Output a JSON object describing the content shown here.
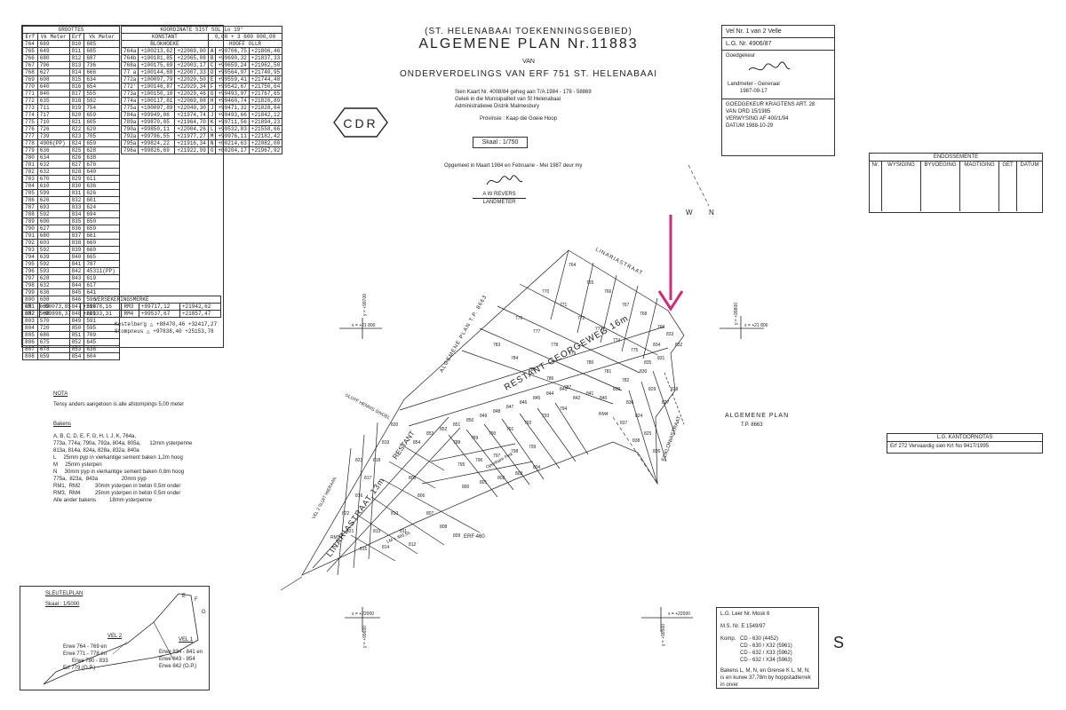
{
  "sizes_table": {
    "title": "GROOTTES",
    "headers": [
      "Erf",
      "Vk Meter",
      "Erf",
      "Vk Meter"
    ],
    "rows": [
      [
        "764",
        "669",
        "810",
        "685"
      ],
      [
        "765",
        "649",
        "811",
        "685"
      ],
      [
        "766",
        "680",
        "812",
        "687"
      ],
      [
        "767",
        "796",
        "813",
        "736"
      ],
      [
        "768",
        "627",
        "814",
        "666"
      ],
      [
        "769",
        "608",
        "815",
        "634"
      ],
      [
        "770",
        "640",
        "816",
        "654"
      ],
      [
        "771",
        "840",
        "817",
        "555"
      ],
      [
        "772",
        "635",
        "818",
        "592"
      ],
      [
        "773",
        "711",
        "819",
        "754"
      ],
      [
        "774",
        "717",
        "820",
        "659"
      ],
      [
        "775",
        "710",
        "821",
        "605"
      ],
      [
        "776",
        "726",
        "822",
        "620"
      ],
      [
        "777",
        "739",
        "823",
        "705"
      ],
      [
        "778",
        "4906(PP)",
        "824",
        "659"
      ],
      [
        "779",
        "636",
        "825",
        "628"
      ],
      [
        "780",
        "634",
        "826",
        "638"
      ],
      [
        "781",
        "632",
        "827",
        "670"
      ],
      [
        "782",
        "632",
        "828",
        "640"
      ],
      [
        "783",
        "670",
        "829",
        "611"
      ],
      [
        "784",
        "610",
        "830",
        "636"
      ],
      [
        "785",
        "599",
        "831",
        "626"
      ],
      [
        "786",
        "626",
        "832",
        "601"
      ],
      [
        "787",
        "693",
        "833",
        "624"
      ],
      [
        "788",
        "592",
        "834",
        "694"
      ],
      [
        "789",
        "600",
        "835",
        "650"
      ],
      [
        "790",
        "627",
        "836",
        "659"
      ],
      [
        "791",
        "680",
        "837",
        "661"
      ],
      [
        "792",
        "603",
        "838",
        "660"
      ],
      [
        "793",
        "592",
        "839",
        "660"
      ],
      [
        "794",
        "639",
        "840",
        "665"
      ],
      [
        "795",
        "592",
        "841",
        "787"
      ],
      [
        "796",
        "593",
        "842",
        "45311(PP)"
      ],
      [
        "797",
        "628",
        "843",
        "619"
      ],
      [
        "798",
        "632",
        "844",
        "617"
      ],
      [
        "799",
        "636",
        "845",
        "641"
      ],
      [
        "800",
        "608",
        "846",
        "596"
      ],
      [
        "801",
        "639",
        "847",
        "598"
      ],
      [
        "802",
        "568",
        "848",
        "601"
      ],
      [
        "803",
        "570",
        "849",
        "591"
      ],
      [
        "804",
        "720",
        "850",
        "595"
      ],
      [
        "805",
        "686",
        "851",
        "709"
      ],
      [
        "806",
        "675",
        "852",
        "645"
      ],
      [
        "807",
        "678",
        "853",
        "636"
      ],
      [
        "808",
        "659",
        "854",
        "604"
      ]
    ],
    "coord_title": "KOORDINATE SIST SOL Lo 19°",
    "konstant_label": "KONSTANT",
    "konstant_value": "0,00 + 3 600 000,00",
    "blokke_label": "BLOKHOEKE",
    "hoof_label": "HOOFF OLLR",
    "coords": [
      [
        "764a",
        "+100213,62",
        "+22069,00",
        "A",
        "+99706,75",
        "+21806,46"
      ],
      [
        "764b",
        "+100181,85",
        "+22065,08",
        "B",
        "+99690,32",
        "+21837,33"
      ],
      [
        "768a",
        "+100175,69",
        "+22003,17",
        "C",
        "+99659,24",
        "+21962,50"
      ],
      [
        "77 a",
        "+100144,69",
        "+22007,33",
        "D",
        "+99564,97",
        "+21740,95"
      ],
      [
        "772a",
        "+100097,79",
        "+22020,50",
        "E",
        "+99559,41",
        "+21744,48"
      ],
      [
        "772'",
        "+100146,87",
        "+22029,34",
        "F",
        "+99542,67",
        "+21750,64"
      ],
      [
        "773a",
        "+100150,10",
        "+22029,46",
        "G",
        "+99493,97",
        "+21767,65"
      ],
      [
        "774a",
        "+100117,81",
        "+22069,08",
        "H",
        "+99460,74",
        "+21820,89"
      ],
      [
        "775a",
        "+100097,89",
        "+22049,30",
        "J",
        "+99471,32",
        "+21828,84"
      ],
      [
        "784a",
        "+99949,06",
        "+21974,74",
        "J",
        "+99493,66",
        "+21842,12"
      ],
      [
        "789a",
        "+99870,05",
        "+21964,70",
        "K",
        "+99711,56",
        "+21894,23"
      ],
      [
        "790a",
        "+99850,11",
        "+22004,26",
        "L",
        "+99532,83",
        "+21558,66"
      ],
      [
        "792a",
        "+99796,55",
        "+21977,27",
        "M",
        "+99976,11",
        "+22182,42"
      ],
      [
        "795a",
        "+99824,22",
        "+21916,34",
        "N",
        "+00214,63",
        "+22082,00"
      ],
      [
        "796a",
        "+99826,69",
        "+21922,99",
        "O",
        "+00204,17",
        "+21967,92"
      ]
    ],
    "survey_label": "VERSEKERINGSMERKE",
    "survey_rows": [
      [
        "RM1",
        "+00073,85",
        "+21978,16",
        "RM3",
        "+99717,12",
        "+21942,62"
      ],
      [
        "RM2",
        "+99898,37",
        "+21933,31",
        "RM4",
        "+99537,67",
        "+21857,47"
      ]
    ],
    "trig1": "Kestelberg",
    "trig1_coords": "+88470,46   +32417,27",
    "trig2": "Stompneus",
    "trig2_coords": "+97838,40   +25153,78"
  },
  "header": {
    "line1": "(ST. HELENABAAI TOEKENNINGSGEBIED)",
    "line2": "ALGEMENE  PLAN  Nr.11883",
    "line3": "VAN",
    "line4": "ONDERVERDELINGS VAN ERF 751 ST. HELENABAAI",
    "details1": "Sien Kaart Nr. 4008/84 geheg aan T/A 1984 - 178 - 58869",
    "details2": "Geleë in die Munisipaliteit van St Helenabaai",
    "details3": "Administratiewe Distrik    Malmesbury",
    "province": "Provinsie :    Kaap die Goeie Hoop",
    "scale": "Skaal : 1/750",
    "survey_dates": "Opgemeet in Maart 1984 en Februarie - Mei 1987 deur my",
    "surveyor": "A W REVERS",
    "surveyor_title": "LANDMETER",
    "stamp": "CDR"
  },
  "vel_box": {
    "line1": "Vel Nr. 1 van 2 Velle",
    "line2": "L.G. Nr. 4906/87",
    "approved": "Goedgekeur",
    "sg": "Landmeter - Generaal",
    "date": "1987-09-17",
    "line_a": "GOEDGEKEUR KRAGTENS ART. 28",
    "line_b": "VAN ORD 15/1985",
    "line_c": "VERWYSING    AF 400/1/94",
    "line_d": "DATUM    1988-10-29"
  },
  "endorsements": {
    "title": "ENDOSSEMENTE",
    "headers": [
      "Nr.",
      "WYSIGING",
      "BYVOEGING",
      "MAGTIGING",
      "GET",
      "DATUM"
    ]
  },
  "office_notes": {
    "title": "L.G. KANTOORNOTAS",
    "text": "Erf 272  Vervaardig sien Krt No 9417/1995"
  },
  "nota": {
    "title": "NOTA",
    "text": "Tensy anders aangetoon is alle afstompings 5,00 meter",
    "bakens_title": "Bakens",
    "lines": [
      "A, B, C, D, E, F, G, H, I, J, K, 764a,",
      "773a, 774a, 790a, 792a, 804a, 805a,      12mm ysterpenne",
      "813a, 814a, 824a, 828a, 832a, 840a",
      "L     25mm pyp in vierkantige sement baken 1,2m hoog",
      "M     25mm ysterpen",
      "N     30mm pyp in vierkantige sement baken 0,8m hoog",
      "775a,  823a,  843a                20mm pyp",
      "RM1,  RM2          30mm ysterpen in beton 0,5m onder",
      "RM3,  RM4          25mm ysterpen in beton 0,5m onder",
      "Alle ander bakens         18mm ysterpenne"
    ]
  },
  "key_plan": {
    "title": "SLEUTELPLAN",
    "scale": "Skaal : 1/5000",
    "vel2": "VEL 2",
    "vel1": "VEL 1",
    "erwe_a": "Erwe 764 - 769 en",
    "erwe_b": "Erwe 771 - 778 en",
    "erwe_c": "Erwe 780 - 833",
    "erwe_d": "Erf 779 (O.P.)",
    "erwe_e": "Erwe 834 - 841 en",
    "erwe_f": "Erwe 843 - 854",
    "erwe_g": "Erwe 842 (O.P.)"
  },
  "lg_box": {
    "line1": "L.G. Leer Nr.   Mosk 6",
    "line2": "M.S. Nr.   E 1549/97",
    "komp_label": "Komp.",
    "komp": [
      "CD - 630 (4452)",
      "CD - 630 / X32 (5961)",
      "CD - 632 / X33 (5962)",
      "CD - 632 / X34 (5963)"
    ],
    "note": "Bakens L, M, N, en Grense K L, M, N, is en kurwe 37,78m by hoppstadterrek in orver"
  },
  "map": {
    "street1": "RESTANT  GEORGEWEG  16m",
    "street2": "LINARIASTRAAT  13m",
    "street3": "LINARIASTRAAT",
    "street4": "ECKLONIASTRAAT",
    "general_plan_left": "ALGEMENE  PLAN   T.P. 8663",
    "general_plan_right": "ALGEMENE  PLAN",
    "tp_right": "T.P. 8663",
    "erf460": "ERF 460",
    "openbare": "Openbare Plek",
    "restant": "RESTANT",
    "oloff": "OLOFF  HENNIS  SINGEL",
    "sloot": "VEL 2 SLUIT HIERAAN",
    "lm_distance": "LM = 496,55",
    "rm3": "RM3",
    "rm4": "RM4",
    "compass_w": "W",
    "compass_n": "N",
    "compass_s": "S",
    "y_top_left": "y = +99700",
    "x_left": "x = +21 800",
    "y_top_right": "y = +99800",
    "x_right": "x = +21 800",
    "x_bottom_left": "x = +22000",
    "y_bottom_left": "y = +99600",
    "x_bottom_right": "x = +22000",
    "y_bottom_right": "y = +99500",
    "lot_numbers": [
      "764",
      "765",
      "766",
      "767",
      "768",
      "769",
      "770",
      "771",
      "772",
      "773",
      "774",
      "775",
      "776",
      "777",
      "778",
      "779",
      "780",
      "781",
      "782",
      "783",
      "784",
      "785",
      "786",
      "787",
      "788",
      "789",
      "790",
      "791",
      "792",
      "793",
      "794",
      "795",
      "796",
      "797",
      "798",
      "799",
      "800",
      "801",
      "802",
      "803",
      "804",
      "805",
      "806",
      "807",
      "808",
      "809",
      "810",
      "811",
      "812",
      "813",
      "814",
      "815",
      "816",
      "817",
      "818",
      "819",
      "820",
      "821",
      "822",
      "823",
      "824",
      "825",
      "826",
      "827",
      "828",
      "829",
      "830",
      "831",
      "832",
      "833",
      "834",
      "835",
      "836",
      "837",
      "838",
      "839",
      "840",
      "841",
      "842",
      "843",
      "844",
      "845",
      "846",
      "847",
      "848",
      "849",
      "850",
      "851",
      "852",
      "853",
      "854"
    ]
  },
  "colors": {
    "arrow": "#d12a7a",
    "ink": "#222222"
  }
}
